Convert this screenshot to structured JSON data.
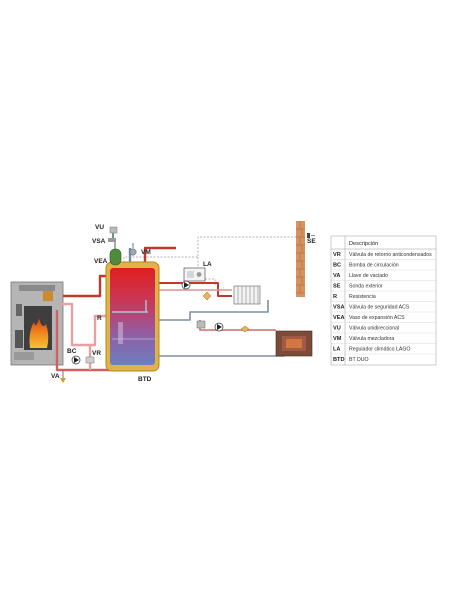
{
  "labels": {
    "vu": "VU",
    "vsa": "VSA",
    "vea": "VEA",
    "vm": "VM",
    "la": "LA",
    "se": "SE",
    "r": "R",
    "bc": "BC",
    "vr": "VR",
    "va": "VA",
    "btd": "BTD"
  },
  "legend": {
    "header": "Descripción",
    "rows": [
      {
        "code": "VR",
        "desc": "Válvula de retorno anticondensados"
      },
      {
        "code": "BC",
        "desc": "Bomba de circulación"
      },
      {
        "code": "VA",
        "desc": "Llave de vaciado"
      },
      {
        "code": "SE",
        "desc": "Sonda exterior"
      },
      {
        "code": "R",
        "desc": "Resistencia"
      },
      {
        "code": "VSA",
        "desc": "Válvula de seguridad ACS"
      },
      {
        "code": "VEA",
        "desc": "Vaso de expansión ACS"
      },
      {
        "code": "VU",
        "desc": "Válvula unidireccional"
      },
      {
        "code": "VM",
        "desc": "Válvula mezcladora"
      },
      {
        "code": "LA",
        "desc": "Regulador climático LAGO"
      },
      {
        "code": "BTD",
        "desc": "BT DUO"
      }
    ]
  },
  "colors": {
    "hot_pipe": "#c0392b",
    "return_pipe": "#e8a0a0",
    "cold_pipe": "#6d8fa0",
    "tank_frame": "#d7a227",
    "boiler": "#b3b3b3",
    "brick": "#c8824a"
  }
}
